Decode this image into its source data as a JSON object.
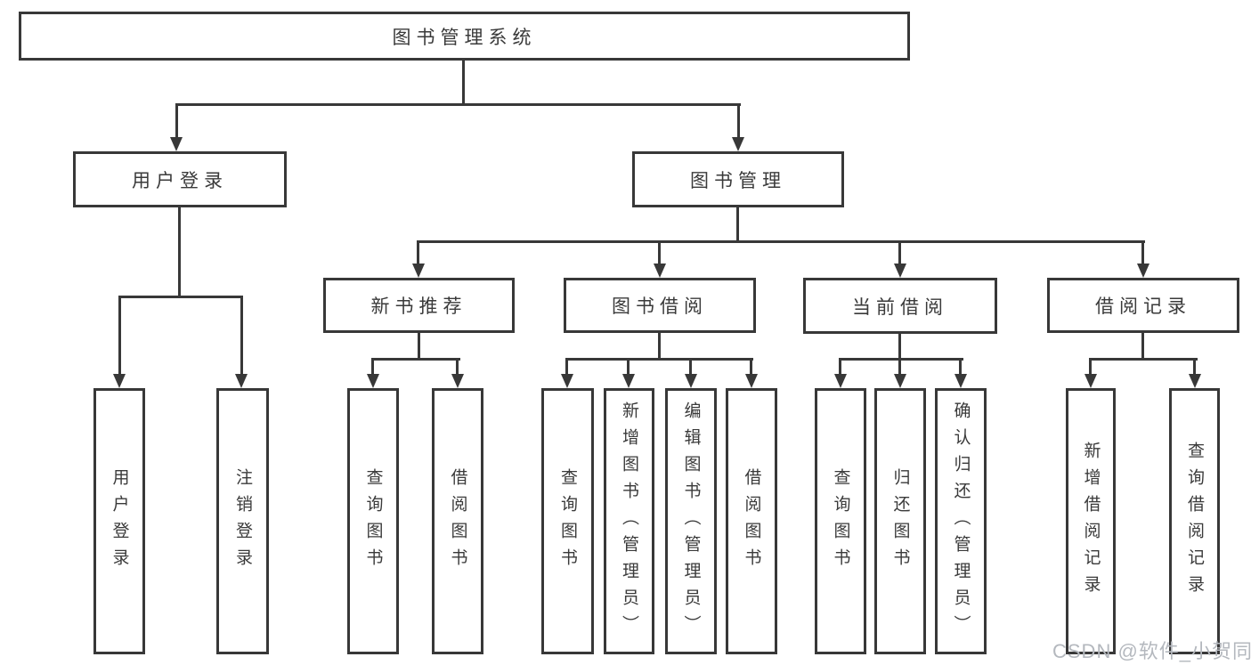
{
  "tree": {
    "label": "图书管理系统",
    "children": [
      {
        "label": "用户登录",
        "children": [
          {
            "label": "用户登录"
          },
          {
            "label": "注销登录"
          }
        ]
      },
      {
        "label": "图书管理",
        "children": [
          {
            "label": "新书推荐",
            "children": [
              {
                "label": "查询图书"
              },
              {
                "label": "借阅图书"
              }
            ]
          },
          {
            "label": "图书借阅",
            "children": [
              {
                "label": "查询图书"
              },
              {
                "label": "新增图书（管理员）"
              },
              {
                "label": "编辑图书（管理员）"
              },
              {
                "label": "借阅图书"
              }
            ]
          },
          {
            "label": "当前借阅",
            "children": [
              {
                "label": "查询图书"
              },
              {
                "label": "归还图书"
              },
              {
                "label": "确认归还（管理员）"
              }
            ]
          },
          {
            "label": "借阅记录",
            "children": [
              {
                "label": "新增借阅记录"
              },
              {
                "label": "查询借阅记录"
              }
            ]
          }
        ]
      }
    ]
  },
  "watermark": "CSDN @软件_小贺同学",
  "colors": {
    "line": "#383838",
    "text": "#3a3a3a",
    "watermark": "#b4b8be",
    "background": "#ffffff"
  }
}
